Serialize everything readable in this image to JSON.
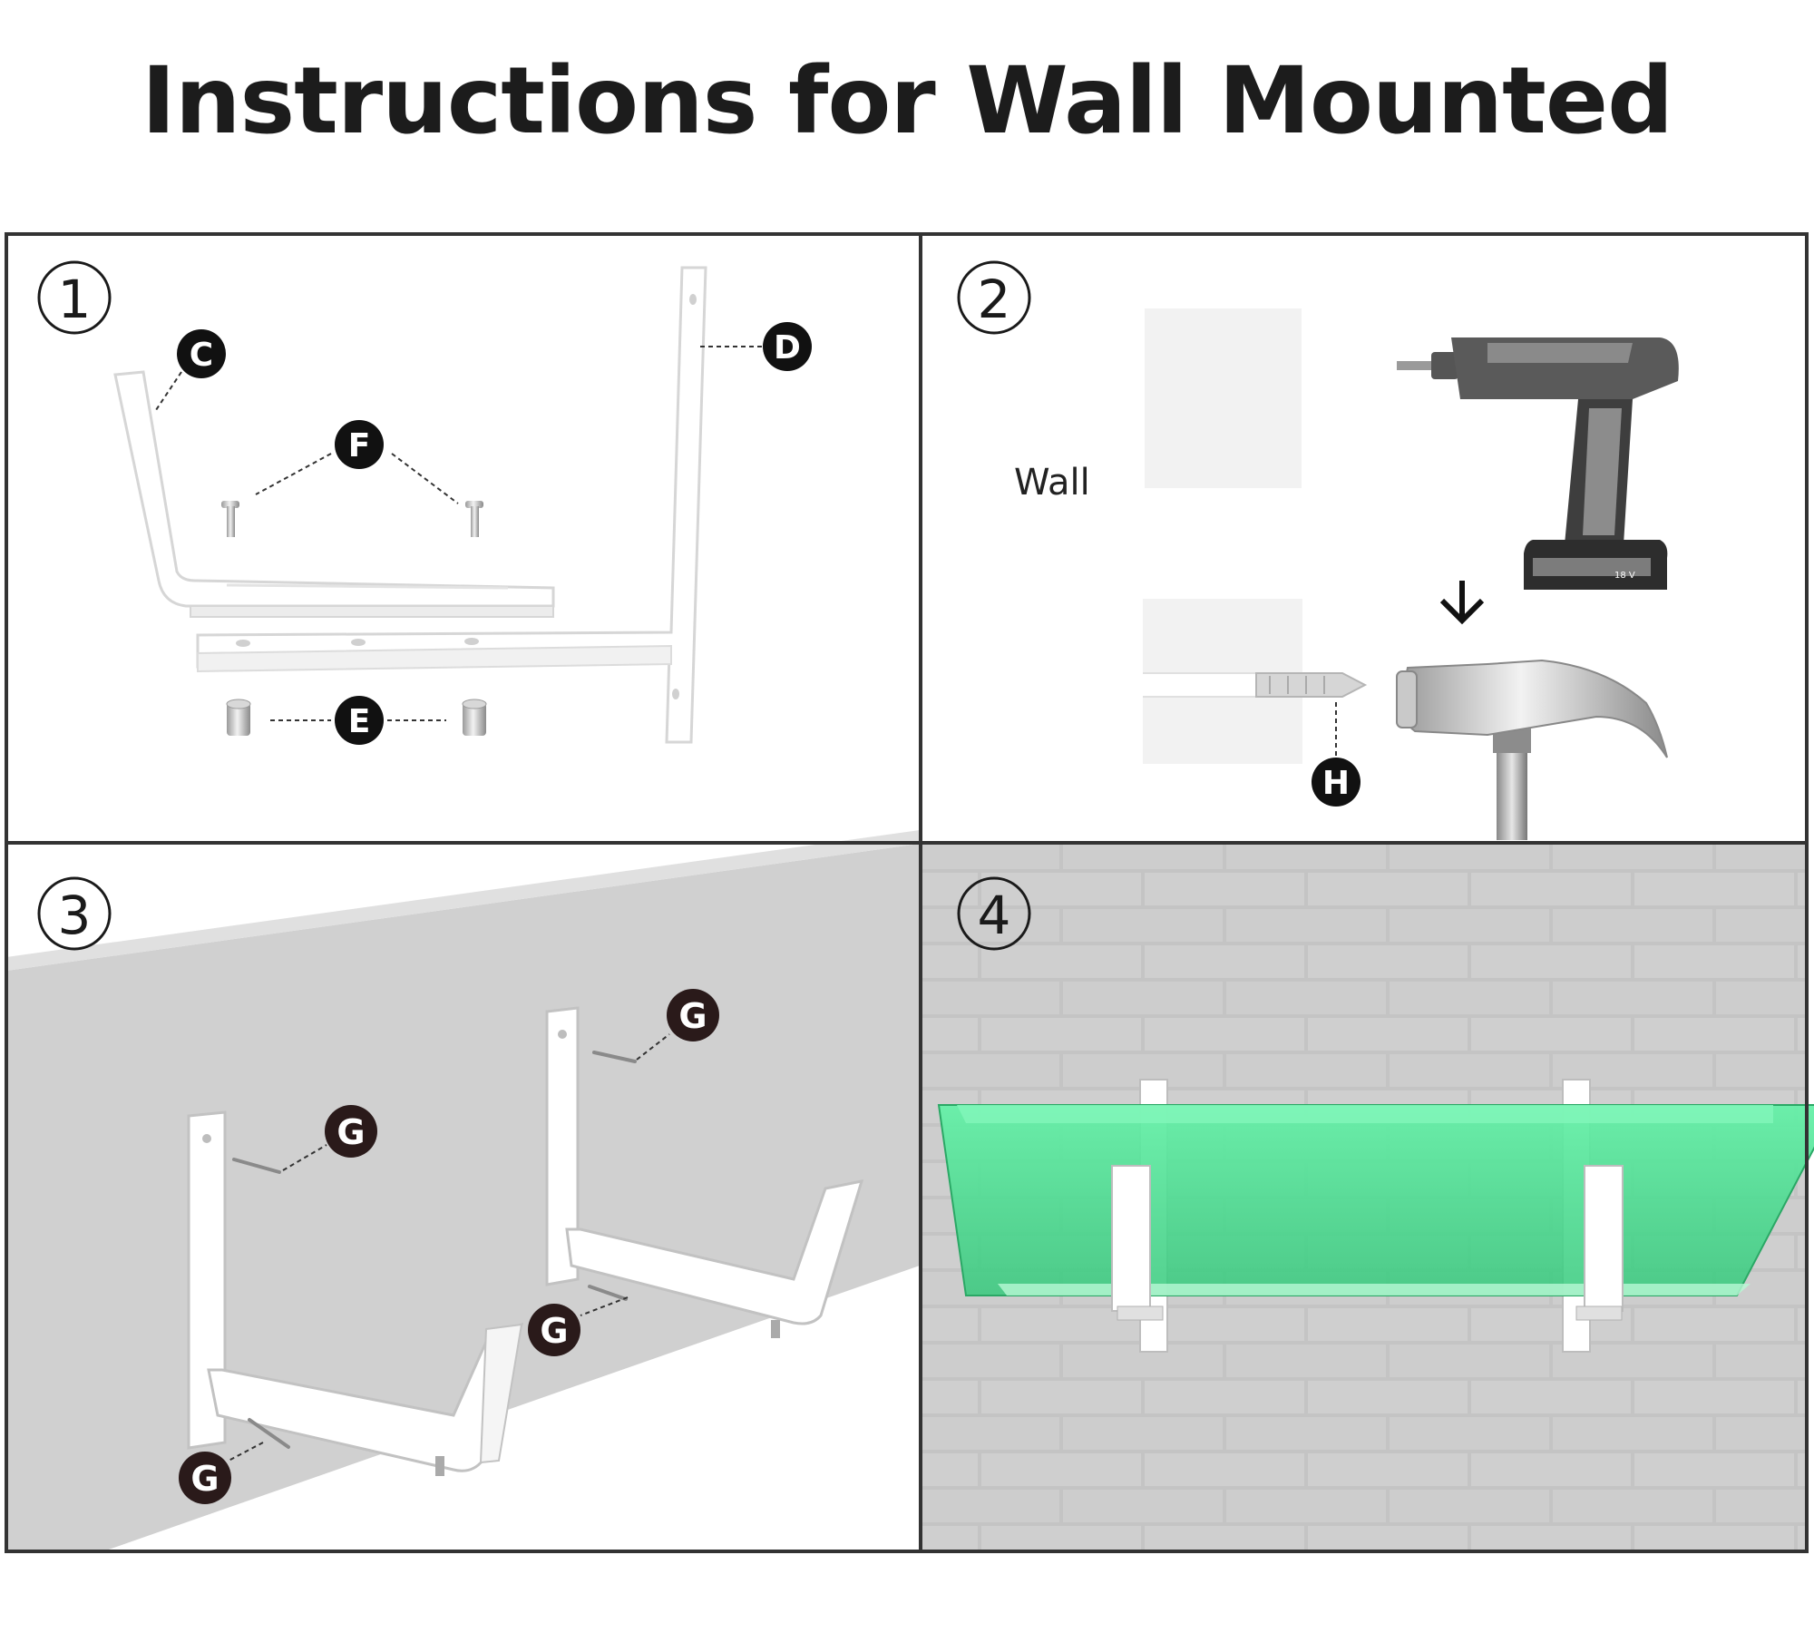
{
  "title": "Instructions for Wall Mounted",
  "steps": [
    {
      "number": "1",
      "parts": [
        "C",
        "D",
        "F",
        "E"
      ]
    },
    {
      "number": "2",
      "wall_label": "Wall",
      "parts": [
        "H"
      ],
      "drill_battery_text": "18 V"
    },
    {
      "number": "3",
      "parts": [
        "G",
        "G",
        "G",
        "G"
      ]
    },
    {
      "number": "4"
    }
  ],
  "colors": {
    "border": "#333333",
    "label_fill": "#111111",
    "planter_green": "#3ddc84",
    "wall_gray": "#c8c8c8"
  }
}
